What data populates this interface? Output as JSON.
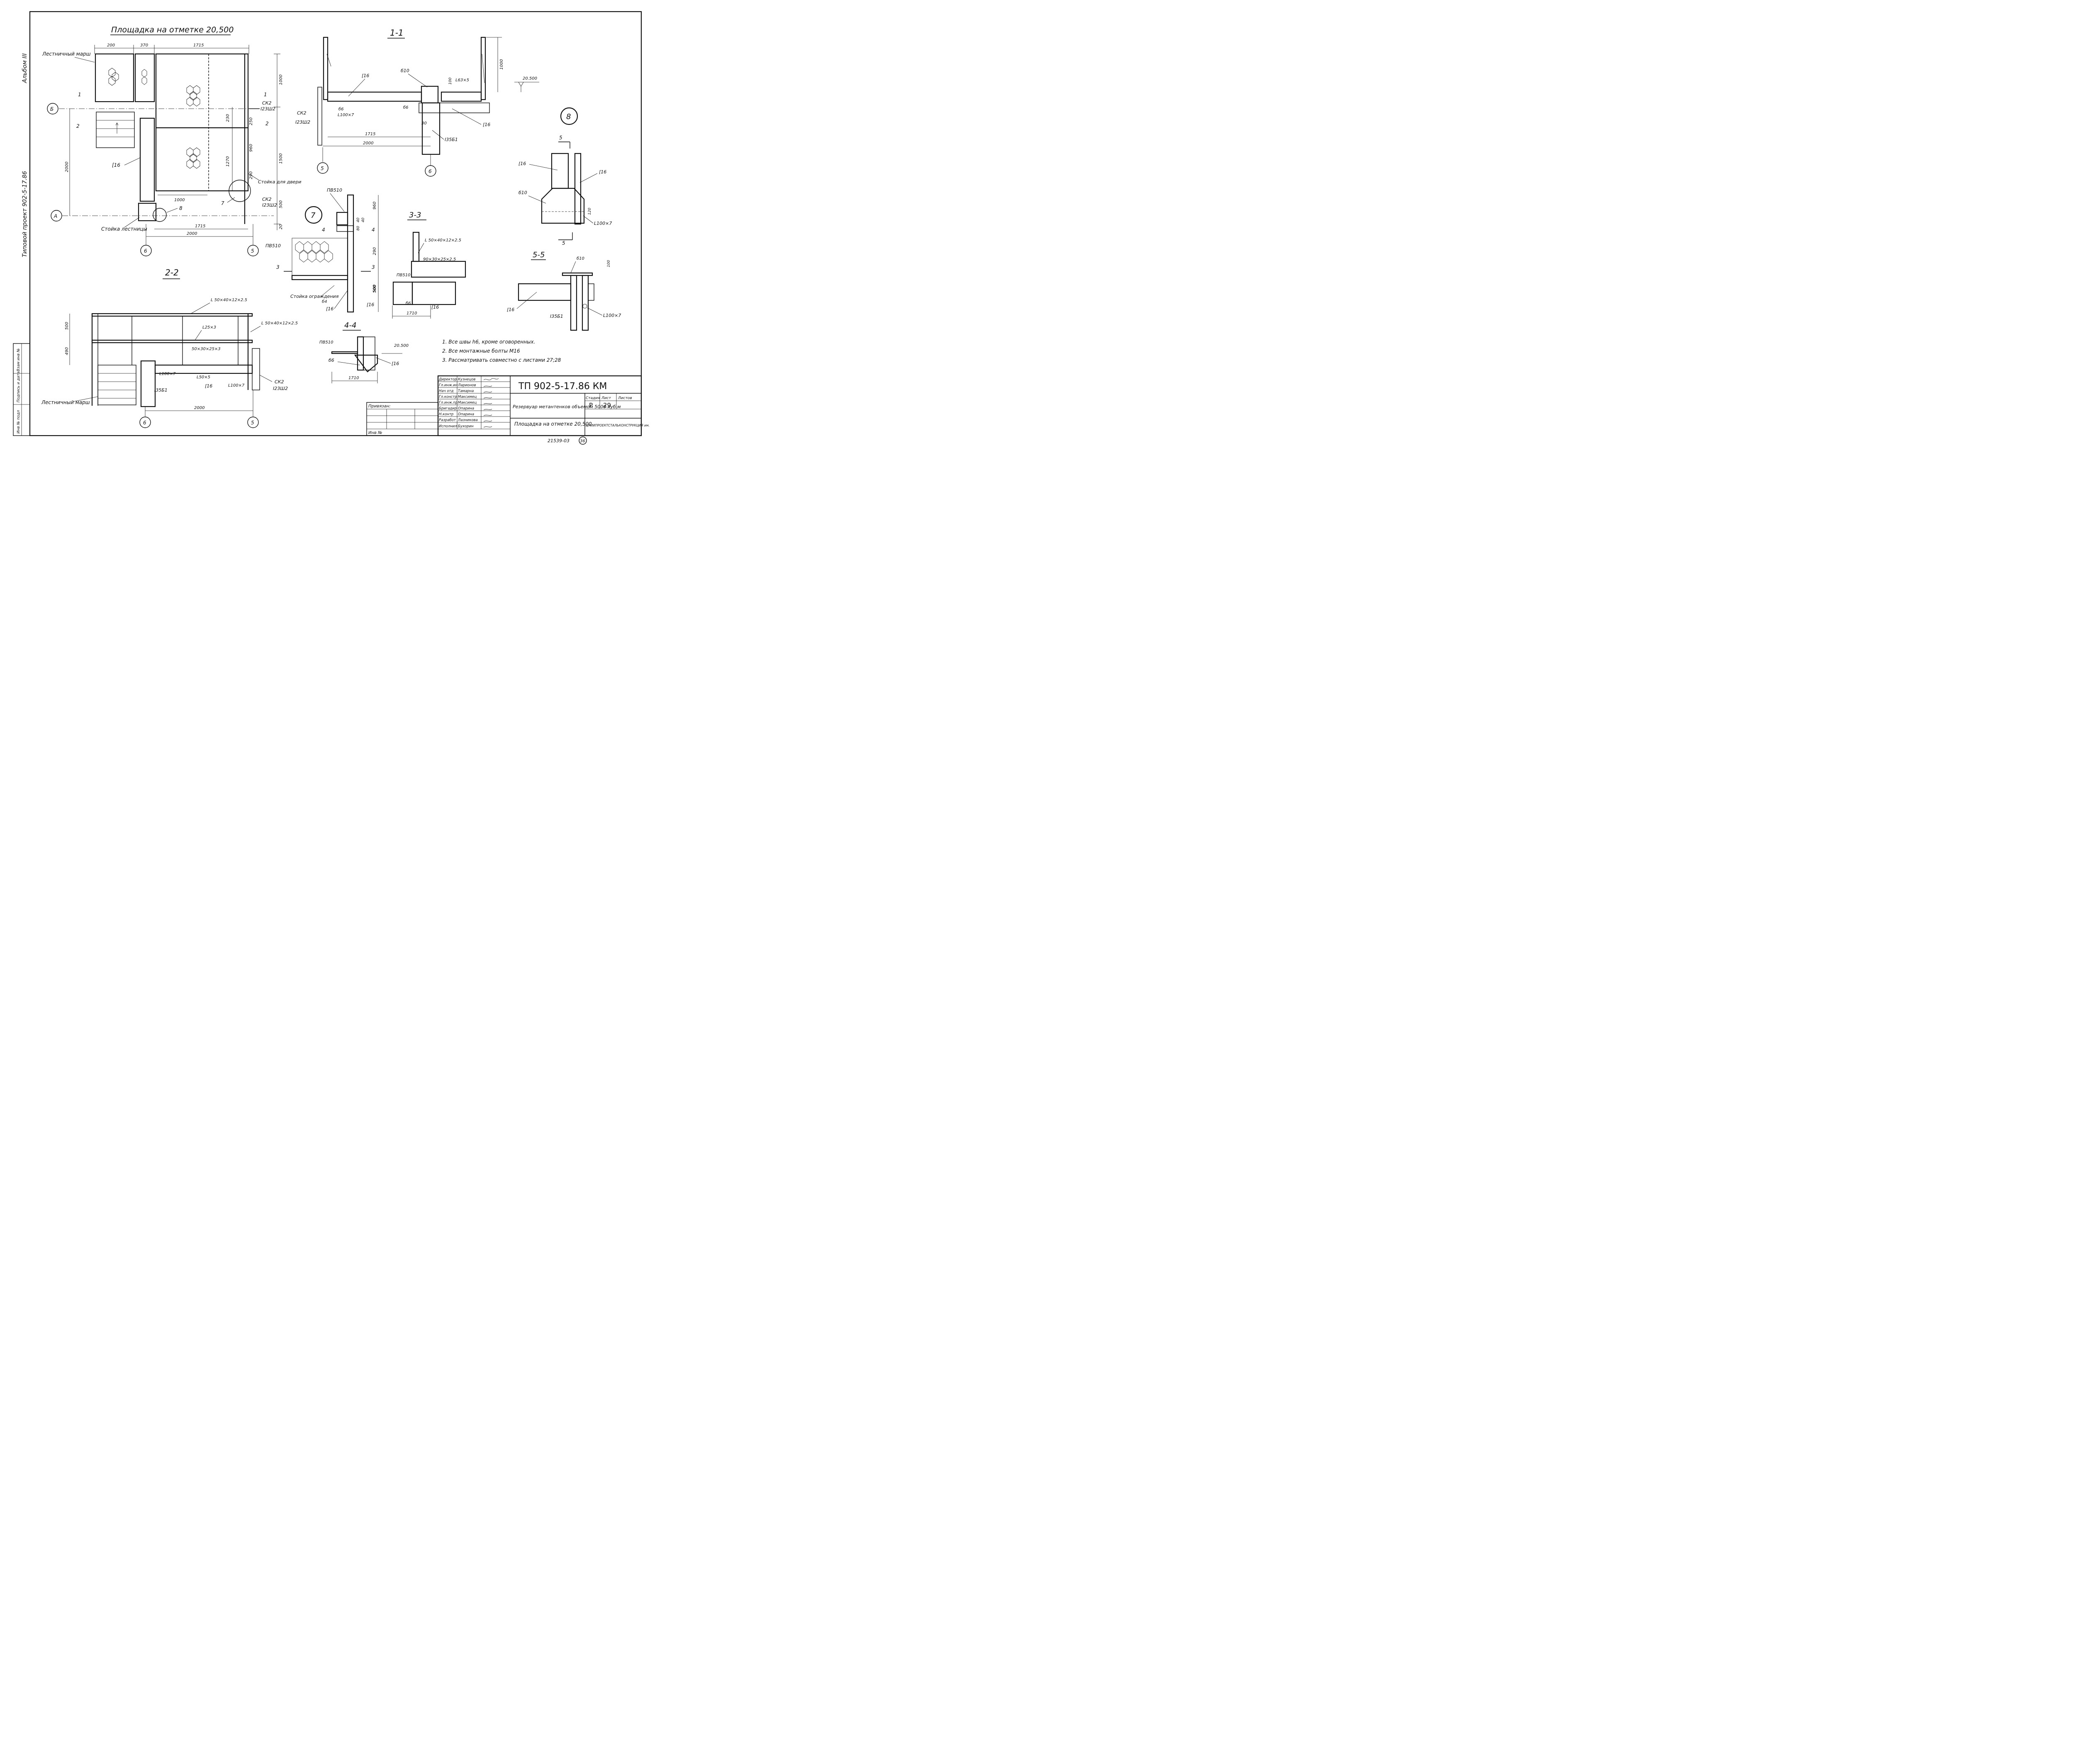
{
  "side_text": {
    "album": "Альбом III",
    "project": "Типовой проект 902-5-17.86"
  },
  "left_strip": [
    "Взам инв №",
    "Подпись и дата",
    "Инв № подл"
  ],
  "plan": {
    "title": "Площадка на отметке 20,500",
    "dims_top": [
      "200",
      "370",
      "1715"
    ],
    "dims_right": [
      "1000",
      "1500",
      "20"
    ],
    "dims_inner": [
      "230",
      "1270",
      "250",
      "960",
      "290",
      "500",
      "1000"
    ],
    "dims_bottom": [
      "1715",
      "2000"
    ],
    "dim_left": "2000",
    "axes": [
      "Б",
      "А",
      "6",
      "5"
    ],
    "labels": {
      "stair": "Лестничный марш",
      "ck_top": "СК2",
      "ck_top_size": "I23Ш2",
      "c16": "[16",
      "door_post": "Стойка для двери",
      "ck_bot": "СК2",
      "ck_bot_size": "I23Ш2",
      "stair_post": "Стойка лестницы",
      "callout7": "7",
      "callout8": "8",
      "cut1": "1",
      "cut2": "2"
    }
  },
  "section11": {
    "title": "1-1",
    "labels": [
      "[16",
      "б10",
      "100",
      "L63×5",
      "1000",
      "20.500",
      "СК2",
      "I23Ш2",
      "б6",
      "L100×7",
      "б6",
      "[16",
      "30",
      "I35Б1",
      "1715",
      "2000"
    ],
    "axes": [
      "5",
      "6"
    ]
  },
  "node8": {
    "title": "8",
    "labels": [
      "[16",
      "[16",
      "б10",
      "120",
      "L100×7"
    ],
    "cut": "5"
  },
  "node7": {
    "title": "7",
    "labels": [
      "ПВ510",
      "ПВ510",
      "40",
      "80",
      "40",
      "960",
      "290",
      "500",
      "Стойка ограждения",
      "б4",
      "[16"
    ],
    "cuts": [
      "4",
      "3"
    ]
  },
  "section33": {
    "title": "3-3",
    "labels": [
      "L 50×40×12×2.5",
      "90×30×25×2.5",
      "ПВ510",
      "[16",
      "б6",
      "[16",
      "1710",
      "500"
    ]
  },
  "section55": {
    "title": "5-5",
    "labels": [
      "б10",
      "100",
      "[16",
      "I35Б1",
      "L100×7"
    ]
  },
  "section44": {
    "title": "4-4",
    "labels": [
      "ПВ510",
      "20.500",
      "б6",
      "[16",
      "1710"
    ]
  },
  "section22": {
    "title": "2-2",
    "labels": [
      "L 50×40×12×2.5",
      "L25×3",
      "L 50×40×12×2.5",
      "50×30×25×3",
      "L50×5",
      "[16",
      "L100×7",
      "L100×7",
      "СК2",
      "I23Ш2",
      "I35Б1",
      "Лестничный марш",
      "2000",
      "500",
      "490"
    ],
    "axes": [
      "6",
      "5"
    ]
  },
  "notes": [
    "1.  Все швы h6, кроме оговоренных.",
    "2.  Все монтажные болты М16",
    "3.  Рассматривать   совместно  с листами 27;28"
  ],
  "title_block": {
    "code": "ТП 902-5-17.86 КМ",
    "object": "Резервуар метантенков объемом 5000 куб.м",
    "sheet_title": "Площадка на отметке 20,500",
    "stage_label": "Стадия",
    "sheet_label": "Лист",
    "sheets_label": "Листов",
    "stage": "Р",
    "sheet": "29",
    "sheets": "",
    "org": "ЦНИИПРОЕКТСТАЛЬКОНСТРУКЦИЯ им. Мельникова",
    "privyazan": "Привязан:",
    "inv": "Инв №",
    "roles": [
      {
        "role": "Директор",
        "name": "Кузнецов"
      },
      {
        "role": "Гл.инж.ин",
        "name": "Ларионов"
      },
      {
        "role": "Нач отд",
        "name": "Тамарна"
      },
      {
        "role": "Гл.констр",
        "name": "Максимец"
      },
      {
        "role": "Гл.инж.пр",
        "name": "Максимец"
      },
      {
        "role": "Бригадир",
        "name": "Опарина"
      },
      {
        "role": "Н.контр",
        "name": "Опарина"
      },
      {
        "role": "Разработ",
        "name": "Лазникова"
      },
      {
        "role": "Исполнил",
        "name": "Бухорин"
      }
    ]
  },
  "footer": {
    "doc_number": "21539-03",
    "page_circle": "36"
  }
}
